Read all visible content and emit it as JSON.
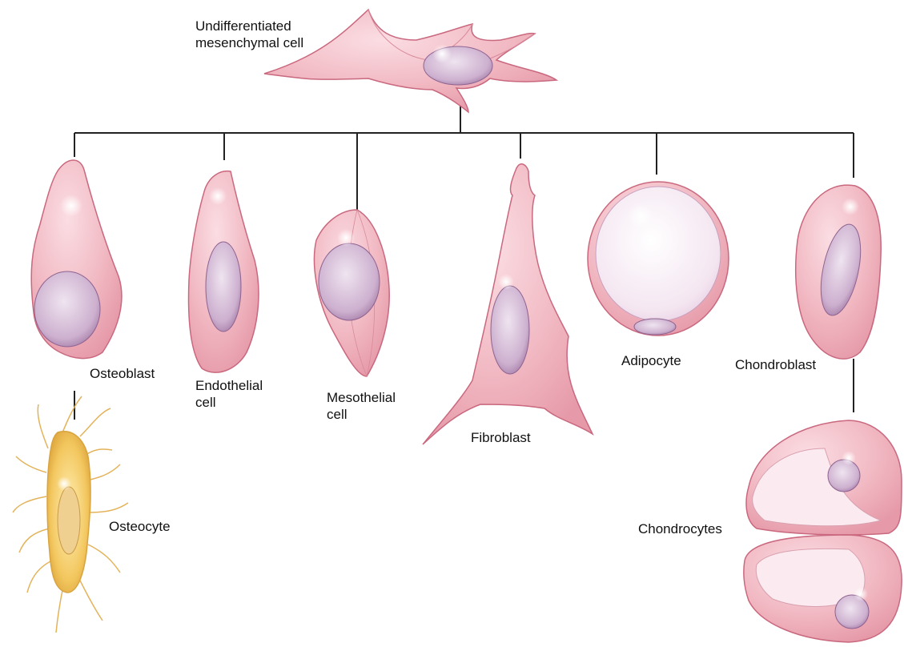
{
  "labels": {
    "root": "Undifferentiated\nmesenchymal cell",
    "osteoblast": "Osteoblast",
    "endothelial": "Endothelial\ncell",
    "mesothelial": "Mesothelial\ncell",
    "fibroblast": "Fibroblast",
    "adipocyte": "Adipocyte",
    "chondroblast": "Chondroblast",
    "osteocyte": "Osteocyte",
    "chondrocytes": "Chondrocytes"
  },
  "colors": {
    "cell_fill": "#f1b8c2",
    "cell_edge": "#c9687e",
    "nucleus": "#c8a6c8",
    "osteocyte_fill": "#f3c75f",
    "adipocyte_fill": "#f6eaf4",
    "line": "#222222"
  }
}
